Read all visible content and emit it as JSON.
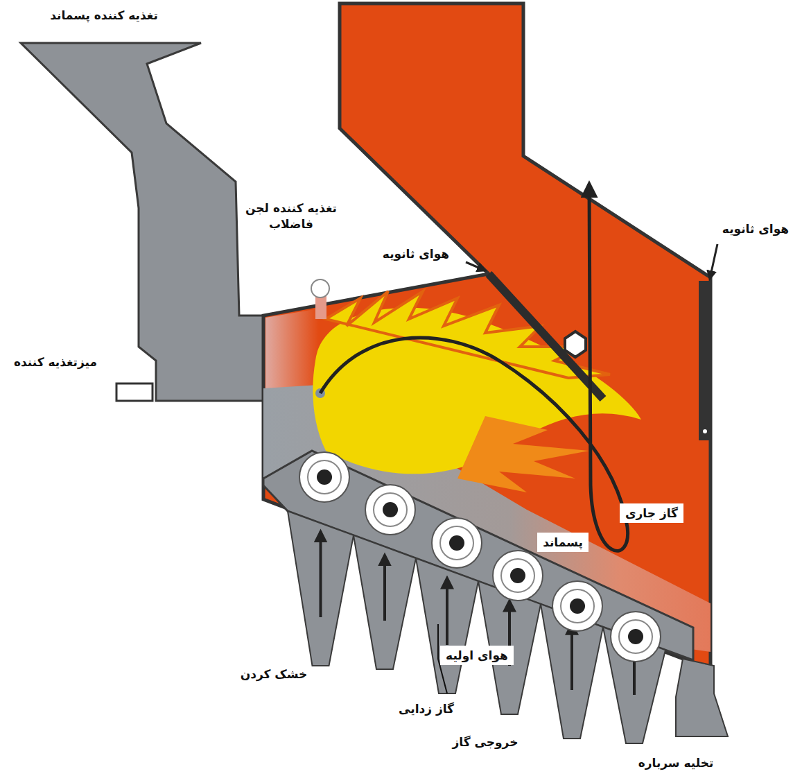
{
  "diagram": {
    "nodes": [
      {
        "text": [
          "گاز جاری"
        ]
      },
      {
        "text": [
          "پسماند"
        ]
      },
      {
        "text": [
          "هوای اولیه"
        ]
      }
    ],
    "labels": [
      "تغذیه کننده پسماند",
      "تغذیه کننده لجن فاضلاب",
      "هوای ثانویه",
      "هوای ثانویه",
      "میزتغذیه کننده",
      "خشک کردن",
      "گاز زدایی",
      "خروجی گاز",
      "تخلیه سرباره"
    ]
  }
}
